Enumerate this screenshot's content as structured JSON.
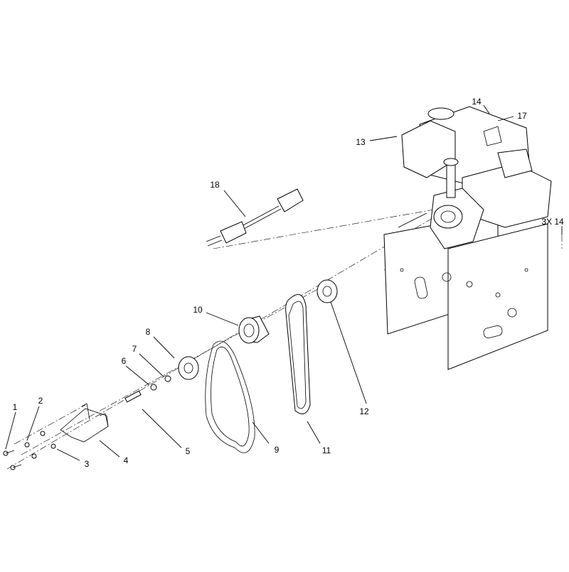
{
  "callouts": {
    "c1": "1",
    "c2": "2",
    "c3": "3",
    "c4": "4",
    "c5": "5",
    "c6": "6",
    "c7": "7",
    "c8": "8",
    "c9": "9",
    "c10": "10",
    "c11": "11",
    "c12": "12",
    "c13": "13",
    "c14a": "14",
    "c14b": "3X 14",
    "c17": "17",
    "c18": "18"
  }
}
